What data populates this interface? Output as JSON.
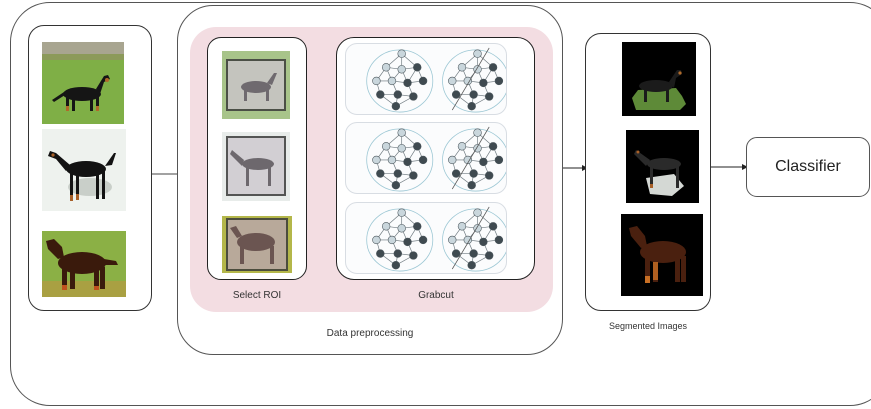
{
  "labels": {
    "select_roi": "Select ROI",
    "grabcut": "Grabcut",
    "data_preprocessing": "Data preprocessing",
    "segmented_images": "Segmented Images",
    "classifier": "Classifier"
  },
  "colors": {
    "pink_background": "#f3dde2",
    "border": "#333333",
    "grass": "#6fa43a",
    "dog_black": "#141414",
    "dog_tan": "#b06a2a",
    "dog_brown": "#3b1a0d"
  }
}
